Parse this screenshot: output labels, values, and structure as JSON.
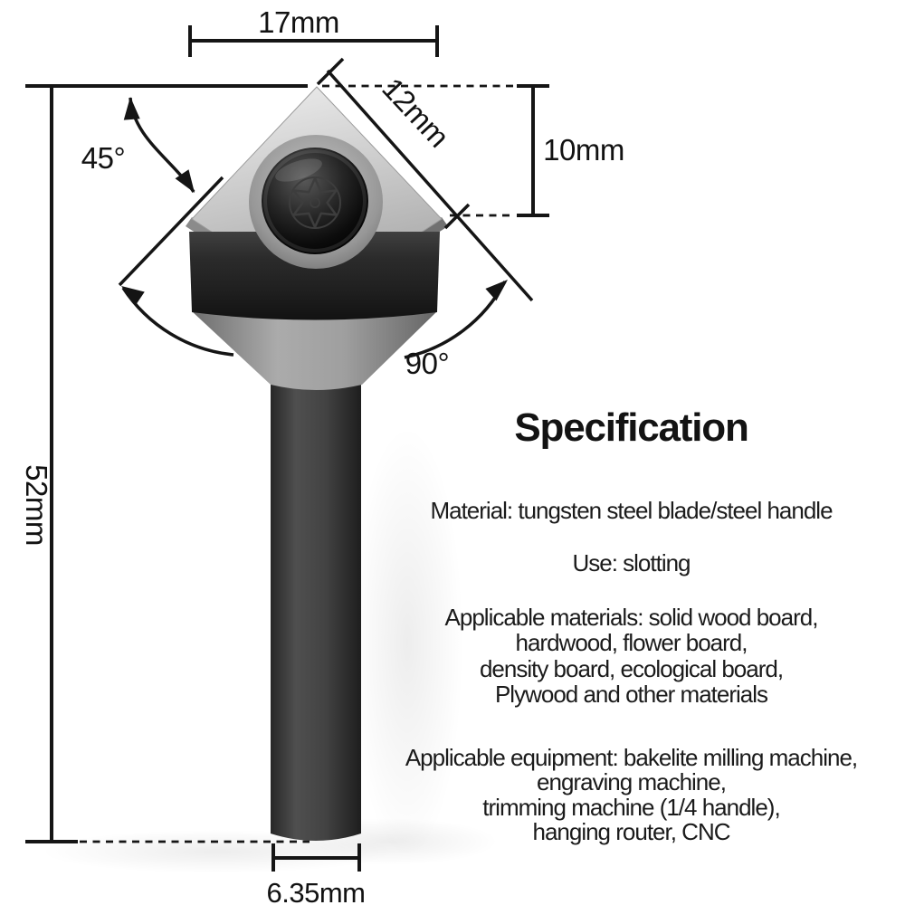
{
  "diagram": {
    "labels": {
      "top_width": "17mm",
      "cutting_edge_length": "12mm",
      "cutting_height": "10mm",
      "side_angle": "45°",
      "point_angle": "90°",
      "overall_length": "52mm",
      "shank_diameter": "6.35mm"
    },
    "colors": {
      "background": "#ffffff",
      "annotation_line": "#151515",
      "annotation_text": "#121212",
      "blade_light_gray": "#e8e8e8",
      "collar_dark": "#202020",
      "cone_gray": "#9f9f9f",
      "shank_gray": "#3f3f3f",
      "screw_black": "#0c0c0c"
    }
  },
  "specification": {
    "title": "Specification",
    "material": "Material: tungsten steel blade/steel handle",
    "use": "Use: slotting",
    "applicable_materials_lines": [
      "Applicable materials: solid wood board,",
      "hardwood, flower board,",
      "density board, ecological board,",
      "Plywood and other materials"
    ],
    "applicable_equipment_lines": [
      "Applicable equipment: bakelite milling machine,",
      "engraving machine,",
      "trimming machine (1/4 handle),",
      "hanging router, CNC"
    ]
  }
}
